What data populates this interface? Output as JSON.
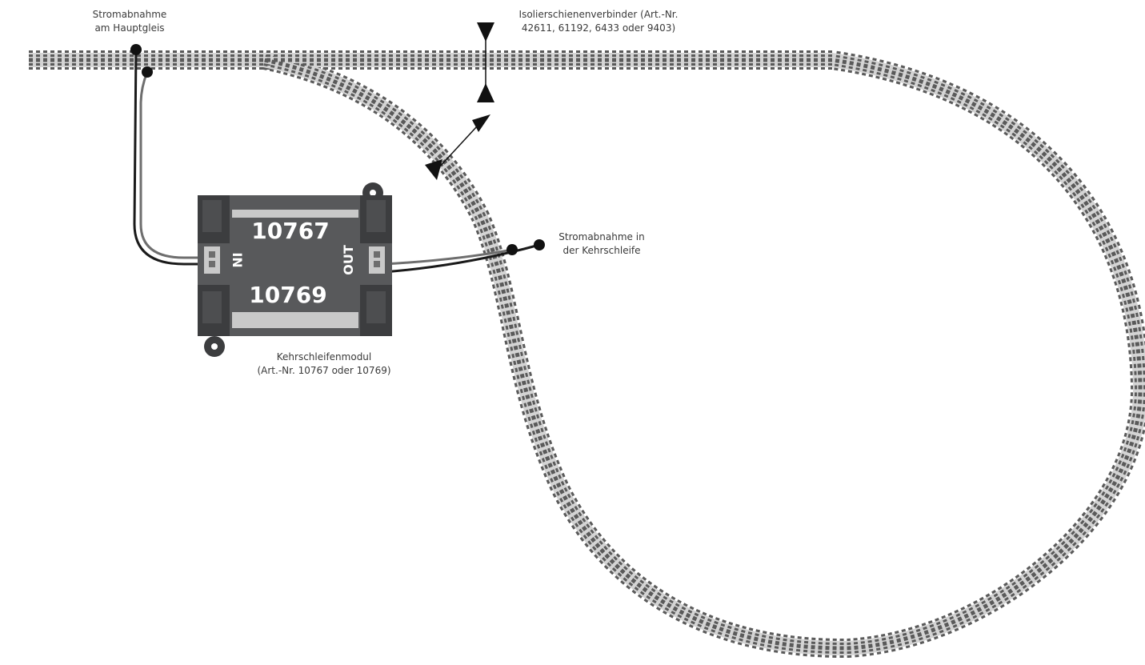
{
  "labels": {
    "main_track_pickup": [
      "Stromabnahme",
      "am Hauptgleis"
    ],
    "insulating_connector": [
      "Isolierschienenverbinder (Art.-Nr.",
      "42611, 61192, 6433 oder 9403)"
    ],
    "loop_pickup": [
      "Stromabnahme in",
      "der Kehrschleife"
    ],
    "module": [
      "Kehrschleifenmodul",
      "(Art.-Nr. 10767 oder 10769)"
    ]
  },
  "module": {
    "number_top": "10767",
    "number_bottom": "10769",
    "port_in": "IN",
    "port_out": "OUT"
  },
  "colors": {
    "rail": "#c8c8c8",
    "sleeper": "#5a5a5a",
    "module_body": "#58595b",
    "module_dark": "#3c3d3f",
    "module_light": "#c9c9c9",
    "wire_black": "#1a1a1a",
    "wire_grey": "#6e6e6e",
    "marker": "#111111"
  },
  "icons": {
    "isolation_marker": "triangle-marker",
    "feed_point": "dot"
  }
}
